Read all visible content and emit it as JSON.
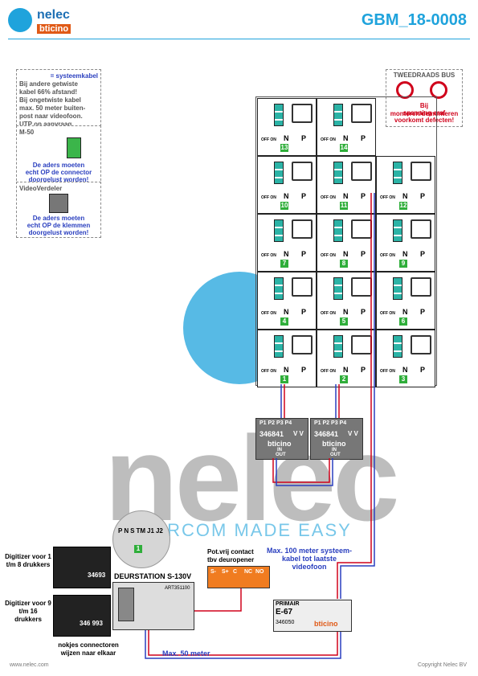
{
  "header": {
    "logo_name": "nelec",
    "logo_brand": "bticino",
    "doc_id": "GBM_18-0008"
  },
  "legend": {
    "system_cable": "= systeemkabel",
    "notes": [
      "Bij andere getwiste",
      "kabel 66% afstand!",
      "Bij ongetwiste kabel",
      "max. 50 meter buiten-",
      "post naar videofoon.",
      "UTP op aanvraag."
    ]
  },
  "m50": {
    "title": "M-50",
    "note1": "De aders moeten",
    "note2": "echt OP de connector",
    "note3": "doorgelust worden!"
  },
  "videoverdeler": {
    "title": "VideoVerdeler",
    "note1": "De aders moeten",
    "note2": "echt OP de klemmen",
    "note3": "doorgelust worden!"
  },
  "warning": {
    "title": "TWEEDRAADS BUS",
    "line1": "Bij monteren/demonteren",
    "line2": "spanning eraf",
    "line3": "voorkomt defecten!"
  },
  "units": {
    "labels": {
      "n": "N",
      "p": "P",
      "off_on": "OFF ON"
    },
    "rows": [
      {
        "numbers": [
          "13",
          "14"
        ]
      },
      {
        "numbers": [
          "10",
          "11",
          "12"
        ]
      },
      {
        "numbers": [
          "7",
          "8",
          "9"
        ]
      },
      {
        "numbers": [
          "4",
          "5",
          "6"
        ]
      },
      {
        "numbers": [
          "1",
          "2",
          "3"
        ]
      }
    ]
  },
  "distributors": {
    "model": "346841",
    "brand": "bticino",
    "ports": [
      "P1",
      "P2",
      "P3",
      "P4"
    ],
    "vv": "V V",
    "in": "IN",
    "out": "OUT"
  },
  "door_station": {
    "title": "DEURSTATION S-130V",
    "terminals": [
      "P",
      "N",
      "S",
      "TM",
      "J1",
      "J2"
    ],
    "code": "ART351100"
  },
  "digitizer1": {
    "title": "Digitizer voor 1 t/m 8 drukkers",
    "code": "34693"
  },
  "digitizer2": {
    "title": "Digitizer voor 9 t/m 16 drukkers",
    "code": "346 993"
  },
  "digitizer_note": "nokjes connectoren wijzen naar elkaar",
  "relay": {
    "title1": "Pot.vrij contact",
    "title2": "tbv deuropener",
    "terminals": [
      "S-",
      "S+",
      "C",
      "NC",
      "NO"
    ]
  },
  "power": {
    "title": "PRIMAIR",
    "model": "E-67",
    "code": "346050",
    "brand": "bticino"
  },
  "distances": {
    "max100": "Max. 100 meter systeem-kabel tot laatste videofoon",
    "max50": "Max. 50 meter"
  },
  "watermark": {
    "word": "nelec",
    "slogan": "INTERCOM MADE EASY"
  },
  "footer": {
    "left": "www.nelec.com",
    "right": "Copyright Nelec BV"
  }
}
